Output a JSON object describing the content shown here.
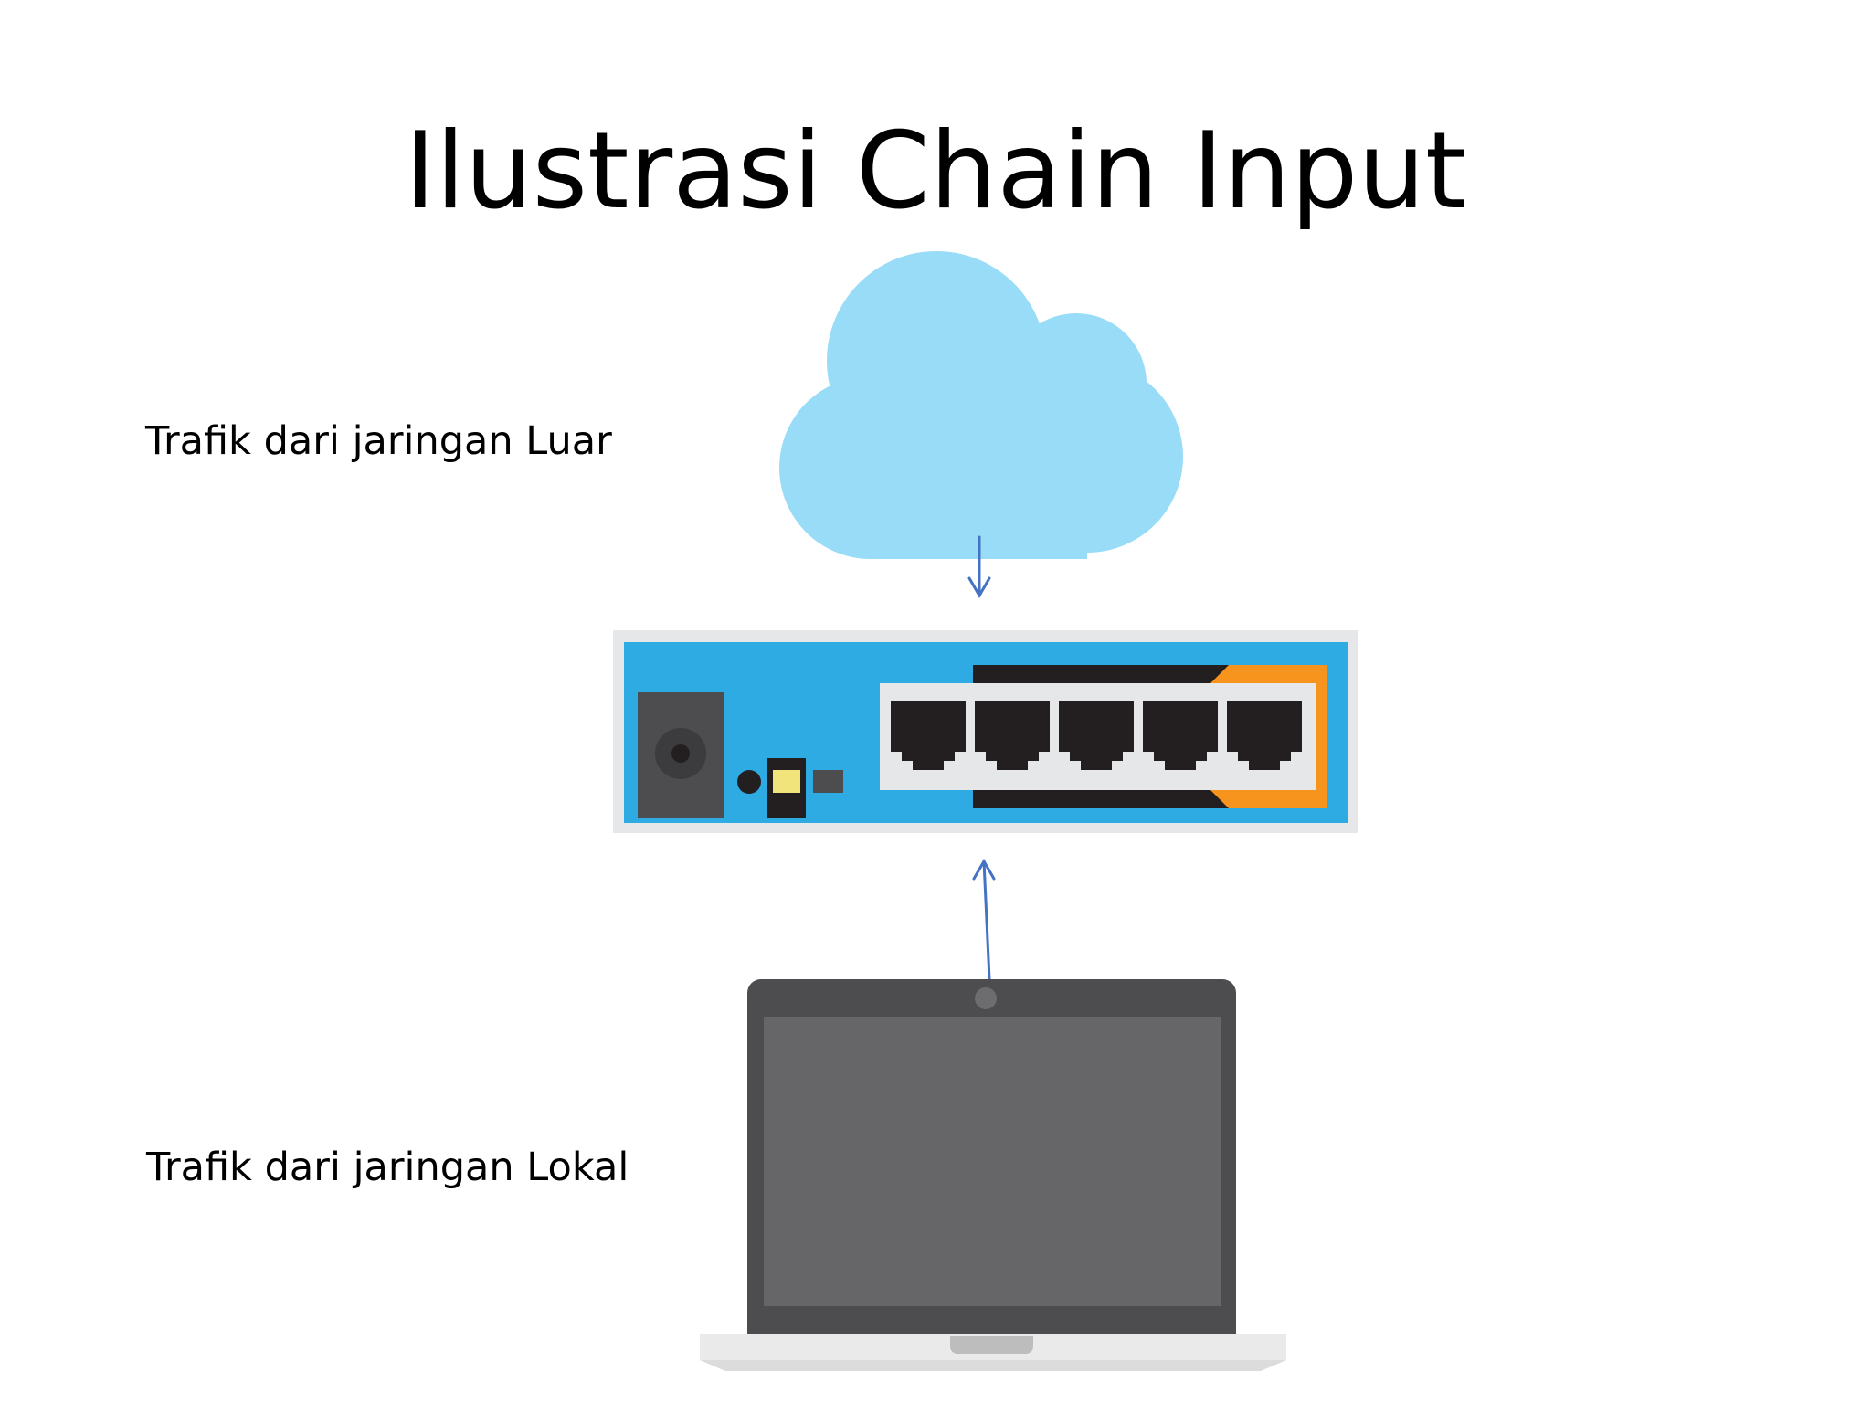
{
  "title": "Ilustrasi Chain Input",
  "labels": {
    "outer": "Trafik dari jaringan Luar",
    "local": "Trafik dari jaringan Lokal"
  },
  "icons": {
    "internet": "cloud-icon",
    "router": "router-icon",
    "client": "laptop-icon"
  },
  "colors": {
    "cloud": "#98dcf8",
    "router_body": "#2fabe3",
    "router_frame": "#e6e7e9",
    "router_accent": "#f7941e",
    "port_dark": "#231f20",
    "laptop_bezel": "#4d4d4f",
    "laptop_screen": "#666668",
    "laptop_base": "#eaeaea",
    "arrow": "#4472c4"
  }
}
